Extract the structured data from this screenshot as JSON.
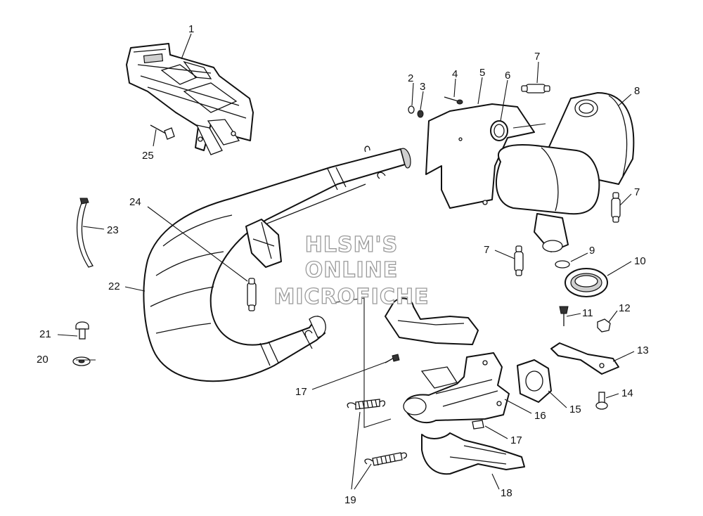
{
  "watermark": {
    "line1": "HLSM'S",
    "line2": "ONLINE",
    "line3": "MICROFICHE"
  },
  "callouts": [
    "1",
    "2",
    "3",
    "4",
    "5",
    "6",
    "7",
    "8",
    "7",
    "7",
    "9",
    "10",
    "11",
    "12",
    "13",
    "14",
    "15",
    "16",
    "17",
    "17",
    "18",
    "19",
    "20",
    "21",
    "22",
    "23",
    "24",
    "25"
  ],
  "parts": [
    "exhaust-mount-bracket",
    "washer",
    "lock-washer",
    "bolt",
    "heat-shield",
    "grommet",
    "spring-pin",
    "silencer-elbow",
    "silencer-canister",
    "washer",
    "seal-ring",
    "stud",
    "nut",
    "bracket",
    "bolt",
    "gasket",
    "manifold",
    "stud",
    "manifold-cover",
    "springs",
    "washer",
    "bolt",
    "expansion-chamber",
    "strap",
    "spring-pin",
    "rivet"
  ]
}
